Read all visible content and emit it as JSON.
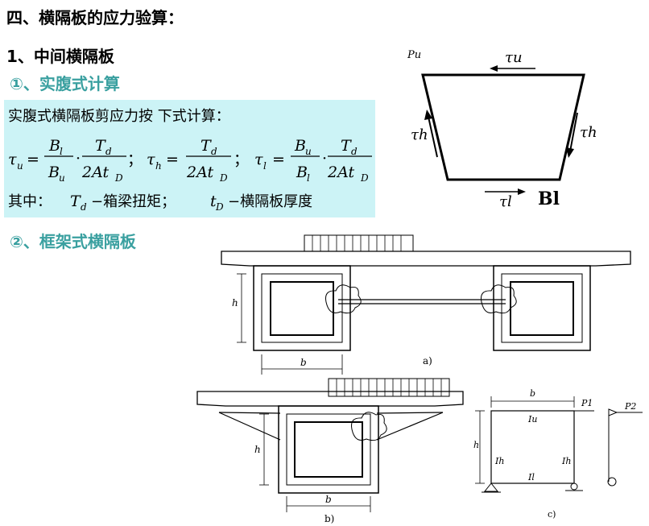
{
  "headings": {
    "section": "四、横隔板的应力验算：",
    "sub1": "1、中间横隔板",
    "sub1a": "①、实腹式计算",
    "sub1b": "②、框架式横隔板"
  },
  "box": {
    "intro": "实腹式横隔板剪应力按  下式计算：",
    "where_prefix": "其中：",
    "Td_desc": "−箱梁扭矩；",
    "tD_desc": "−横隔板厚度"
  },
  "formula": {
    "tau": "τ",
    "sub_u": "u",
    "sub_h": "h",
    "sub_l": "l",
    "eq": "=",
    "B": "B",
    "T": "T",
    "sub_d": "d",
    "den": "2At",
    "sub_D": "D",
    "dot": "·",
    "semi": "；"
  },
  "topfig": {
    "corner_label": "Pu",
    "tau_u": "τu",
    "tau_h_left": "τh",
    "tau_h_right": "τh",
    "tau_l": "τl",
    "B_label": "Bl"
  },
  "fig_a": {
    "h": "h",
    "b": "b",
    "caption": "a)"
  },
  "fig_b": {
    "h": "h",
    "b": "b",
    "caption": "b)"
  },
  "fig_c": {
    "b": "b",
    "h": "h",
    "P1": "P1",
    "P2": "P2",
    "Iu": "Iu",
    "Ih_left": "Ih",
    "Ih_right": "Ih",
    "Il": "Il",
    "caption": "c)"
  }
}
